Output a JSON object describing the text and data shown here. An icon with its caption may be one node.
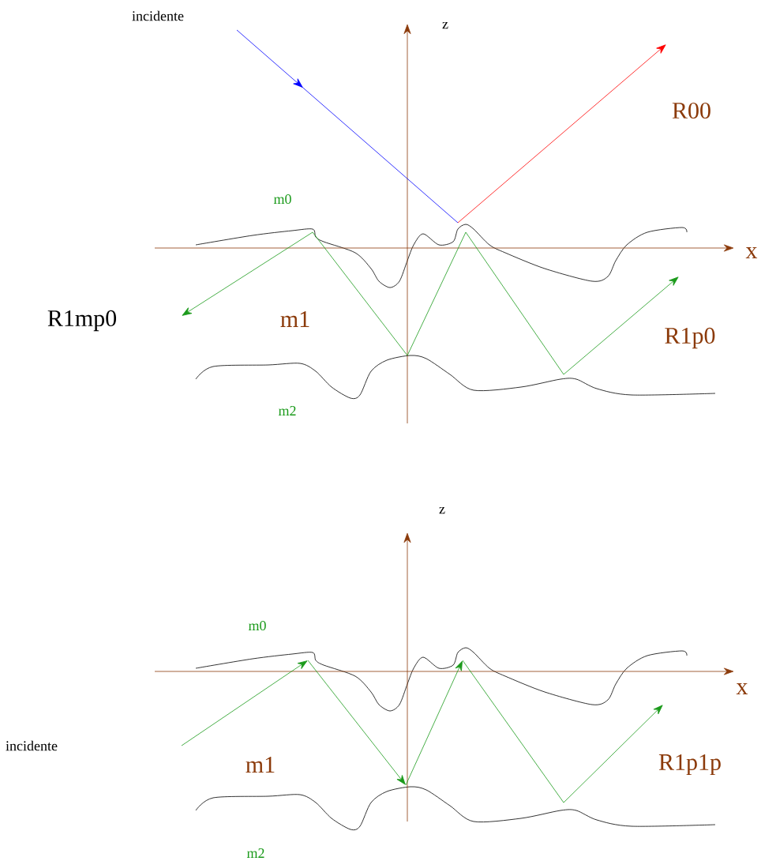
{
  "diagram": {
    "labels": [
      "incidente",
      "z",
      "R00",
      "m0",
      "x",
      "R1mp0",
      "m1",
      "R1p0",
      "m2",
      "z",
      "m0",
      "x",
      "incidente",
      "m1",
      "R1p1p",
      "m2"
    ]
  }
}
